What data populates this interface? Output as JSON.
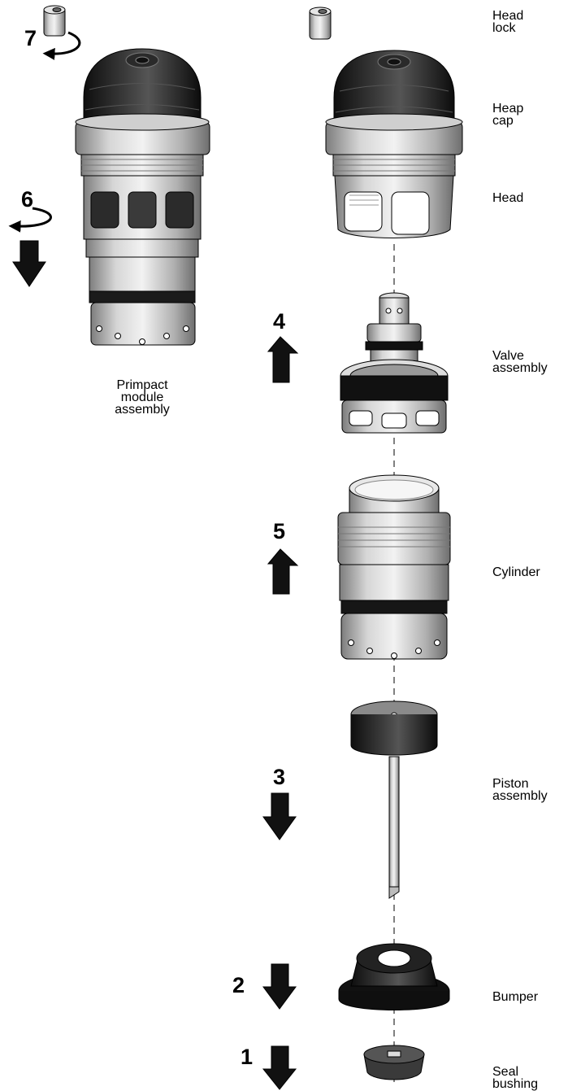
{
  "labels": {
    "head_lock": "Head\nlock",
    "heap_cap": "Heap\ncap",
    "head": "Head",
    "valve_assembly": "Valve\nassembly",
    "cylinder": "Cylinder",
    "piston_assembly": "Piston\nassembly",
    "bumper": "Bumper",
    "seal_bushing": "Seal\nbushing",
    "module_caption": "Primpact\nmodule\nassembly"
  },
  "steps": [
    "1",
    "2",
    "3",
    "4",
    "5",
    "6",
    "7"
  ],
  "colors": {
    "rubber": "#1c1c1c",
    "metal": "#bdbdbd",
    "metal_dark": "#8a8a8a",
    "outline": "#000000"
  }
}
